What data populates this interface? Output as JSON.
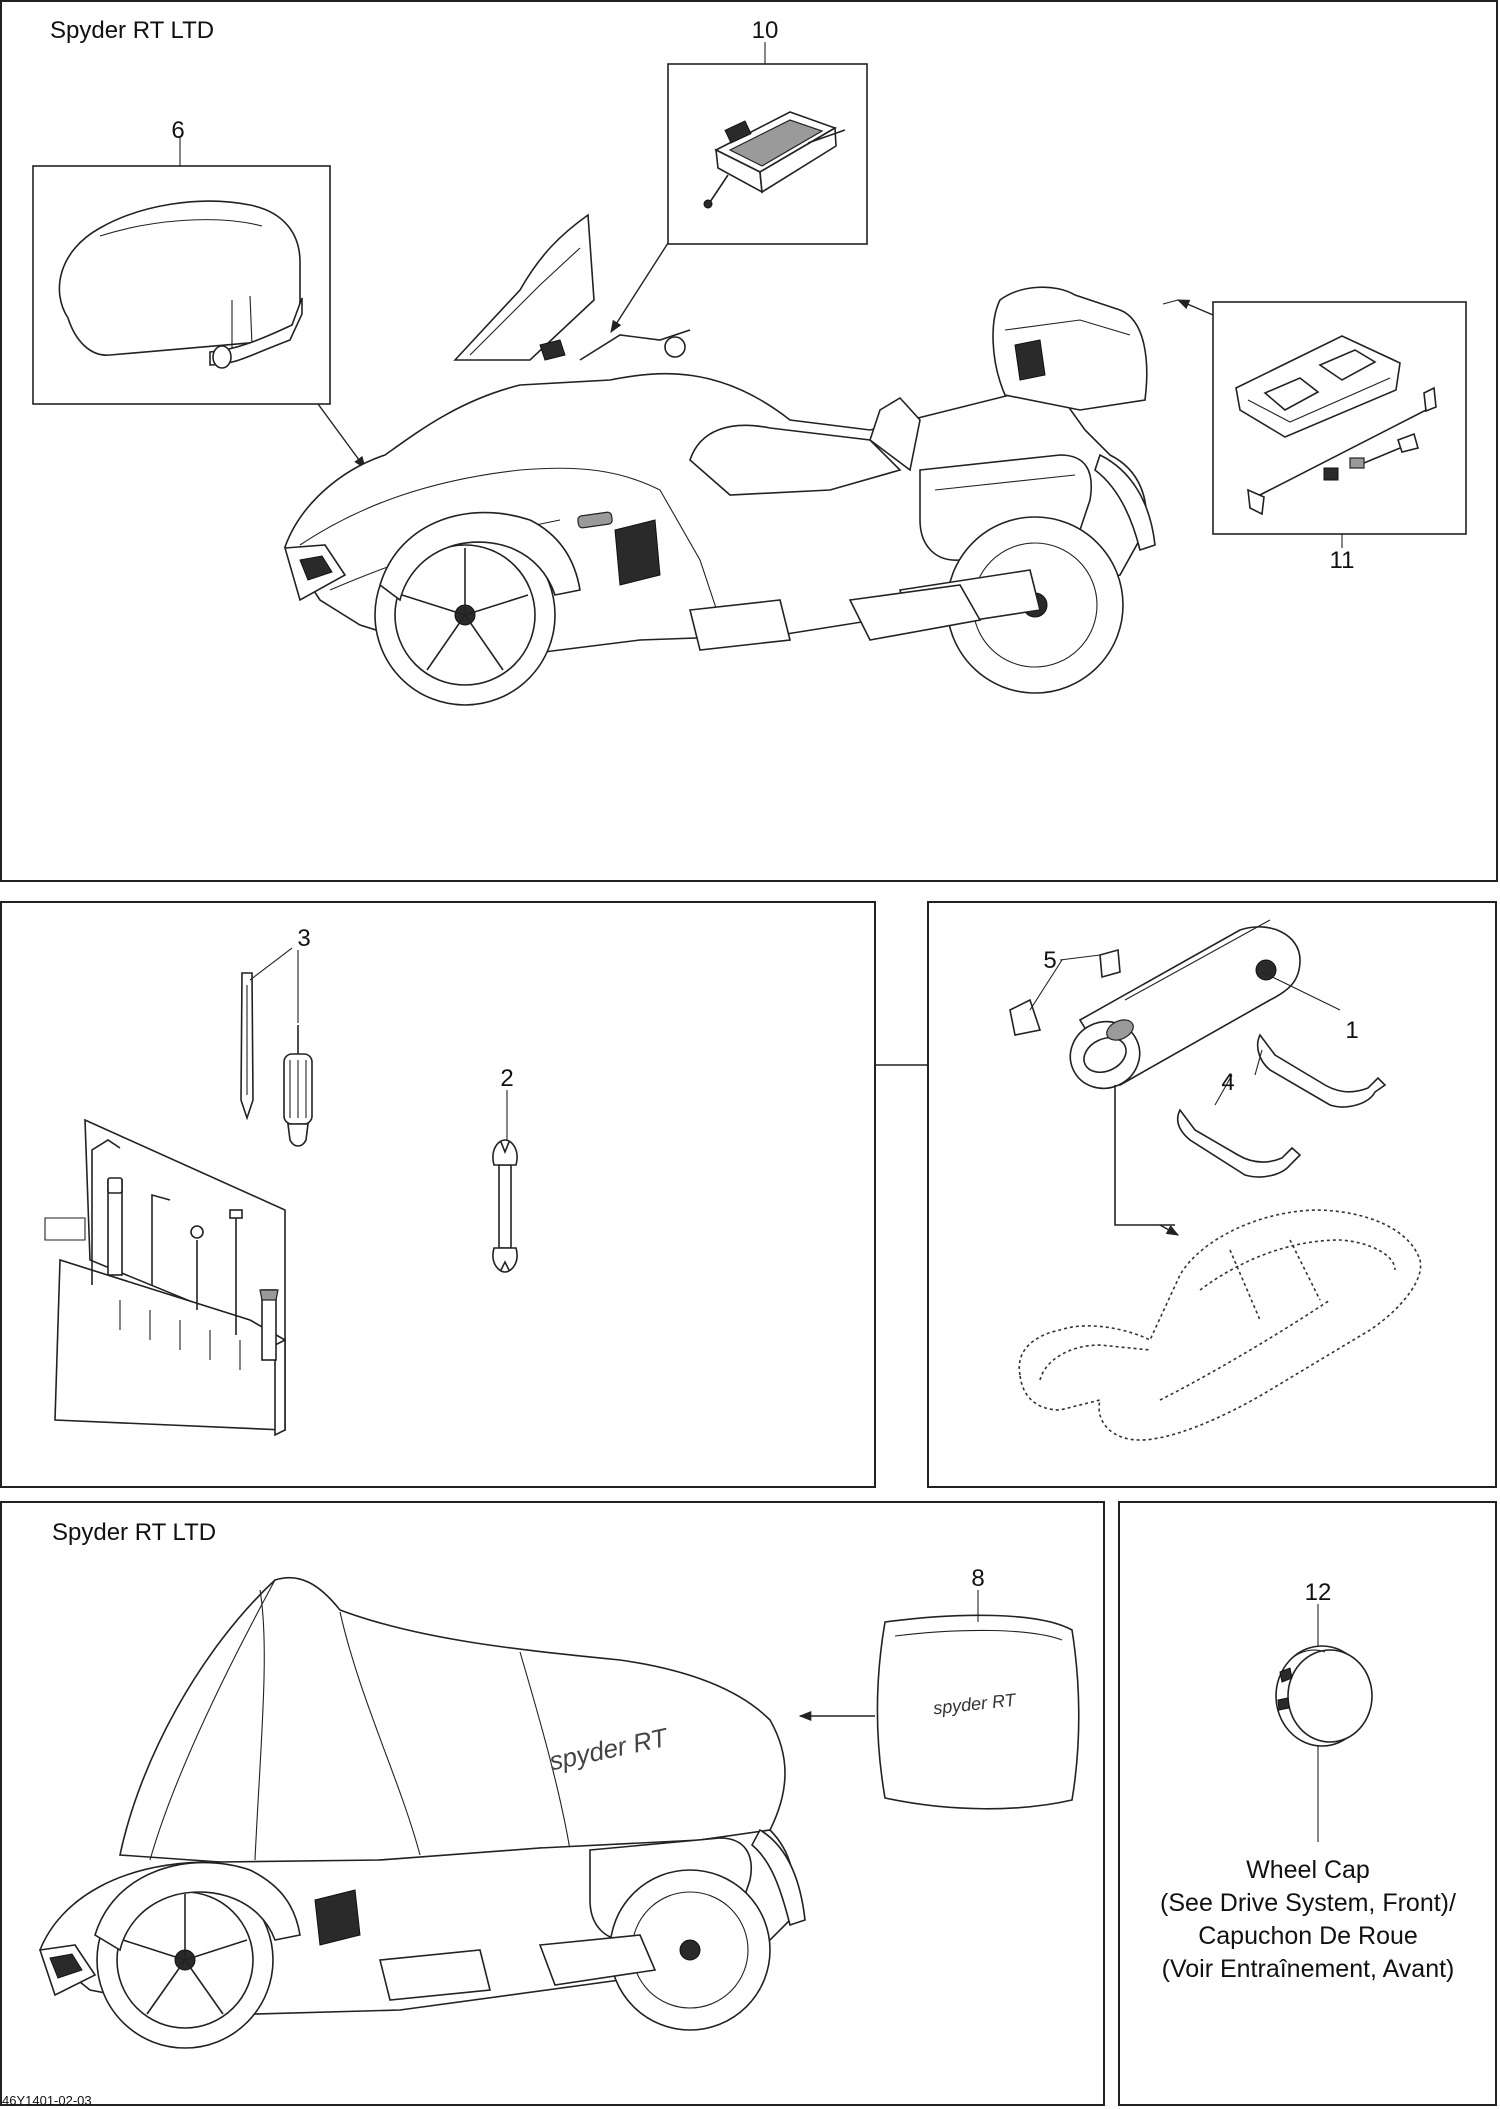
{
  "panels": {
    "top": {
      "model_label": "Spyder RT LTD"
    },
    "bottom_left": {
      "model_label": "Spyder RT LTD"
    },
    "bottom_right": {
      "note_lines": [
        "Wheel Cap",
        "(See Drive System, Front)/",
        "Capuchon De Roue",
        "(Voir Entraînement, Avant)"
      ]
    }
  },
  "callouts": {
    "c1": "1",
    "c2": "2",
    "c3": "3",
    "c4": "4",
    "c5": "5",
    "c6": "6",
    "c8": "8",
    "c10": "10",
    "c11": "11",
    "c12": "12"
  },
  "cover_logo_text": "spyder RT",
  "document_id": "46Y1401-02-03"
}
